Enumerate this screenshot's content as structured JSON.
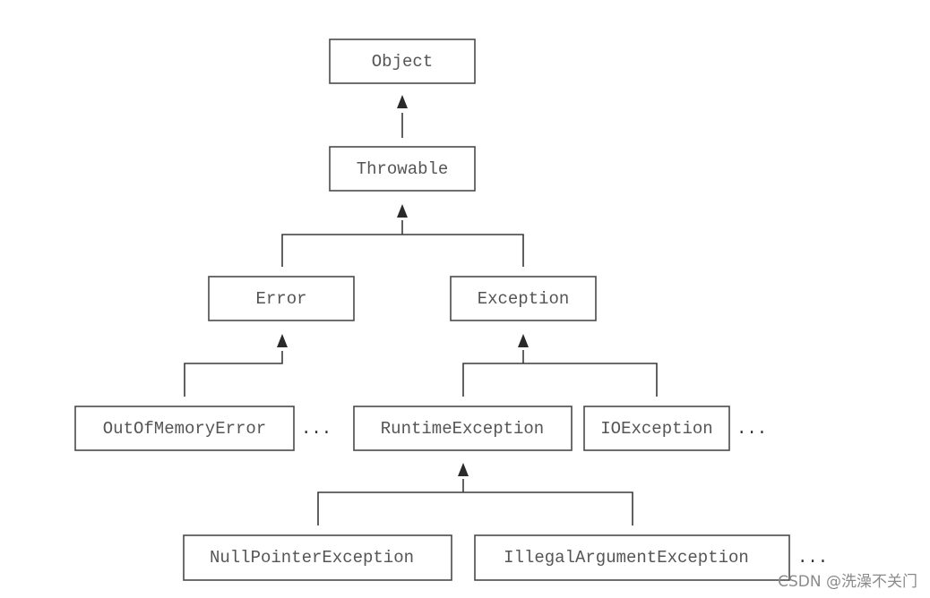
{
  "nodes": {
    "object": "Object",
    "throwable": "Throwable",
    "error": "Error",
    "exception": "Exception",
    "out_of_memory_error": "OutOfMemoryError",
    "runtime_exception": "RuntimeException",
    "io_exception": "IOException",
    "null_pointer_exception": "NullPointerException",
    "illegal_argument_exception": "IllegalArgumentException"
  },
  "ellipsis": "...",
  "watermark": "CSDN @洗澡不关门"
}
